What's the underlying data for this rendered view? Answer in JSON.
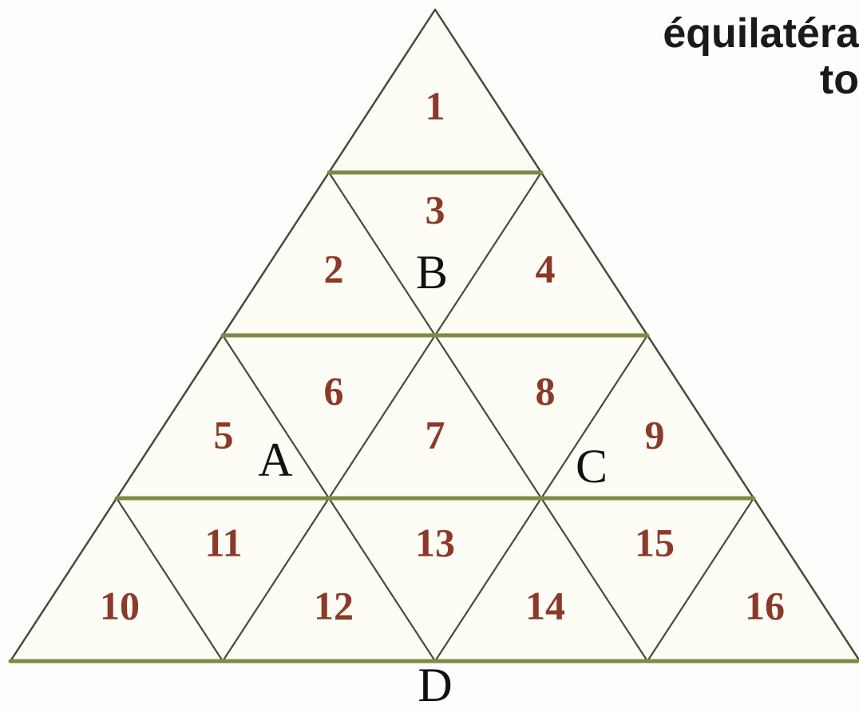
{
  "heading": {
    "line1": "équilatéra",
    "line2": "to"
  },
  "regions": [
    "1",
    "2",
    "3",
    "4",
    "5",
    "6",
    "7",
    "8",
    "9",
    "10",
    "11",
    "12",
    "13",
    "14",
    "15",
    "16"
  ],
  "points": {
    "A": "A",
    "B": "B",
    "C": "C",
    "D": "D"
  },
  "colors": {
    "edge": "#4a4a3a",
    "band_line": "#7d8a45",
    "region_number": "#8b3a2a",
    "point_label": "#111111",
    "fill": "#fdfdf5"
  }
}
